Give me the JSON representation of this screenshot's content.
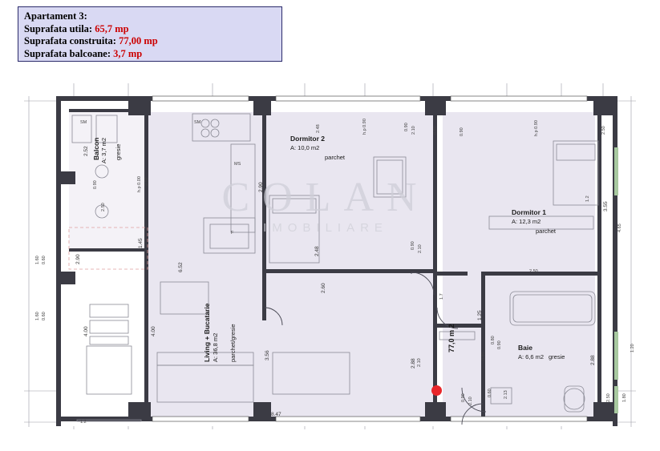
{
  "info_box": {
    "title": "Apartament 3:",
    "rows": [
      {
        "label": "Suprafata utila:",
        "value": "65,7 mp"
      },
      {
        "label": "Suprafata construita:",
        "value": "77,00 mp"
      },
      {
        "label": "Suprafata balcoane:",
        "value": "3,7 mp"
      }
    ]
  },
  "watermark": {
    "main": "COLAN",
    "sub": "IMOBILIARE"
  },
  "rooms": [
    {
      "name": "Balcon",
      "area": "A: 3,7 m2",
      "finish": "gresie"
    },
    {
      "name": "Living + Bucatarie",
      "area": "A: 36,8 m2",
      "finish": "parchet/gresie"
    },
    {
      "name": "Dormitor 2",
      "area": "A: 10,0 m2",
      "finish": "parchet"
    },
    {
      "name": "Dormitor 1",
      "area": "A: 12,3 m2",
      "finish": "parchet"
    },
    {
      "name": "Baie",
      "area": "A: 6,6 m2",
      "finish": "gresie"
    },
    {
      "name": "",
      "area": "77,0 m 2",
      "finish": ""
    }
  ],
  "dimensions": {
    "balcon": [
      "2.52",
      "0.90",
      "2.50",
      "h.p 0.00",
      "2.52"
    ],
    "living": [
      "6.52",
      "4.00",
      "1.45",
      "8.47",
      "3.56",
      "2.88",
      "2.90",
      "2.48",
      "2.60"
    ],
    "dormitor2": [
      "2.48",
      "2.90",
      "2.48",
      "h.p 0.90",
      "0.90",
      "2.10"
    ],
    "dormitor1": [
      "0.90",
      "h.p 0.90",
      "2.50",
      "3.55",
      "2.50",
      "4.65"
    ],
    "baie": [
      "1.25",
      "2.13",
      "2.88",
      "0.80",
      "0.90",
      "2.10"
    ],
    "hall": [
      "1.7",
      "2.10",
      "0.90",
      "0.80",
      "2.10",
      "0.60"
    ],
    "misc": [
      "1.60",
      "0.60",
      "1.60",
      "0.60",
      "0.90",
      "2.50",
      "1.80",
      "1.20",
      "1.2",
      "2.50"
    ]
  },
  "room_tags": [
    "SM",
    "MS",
    "F"
  ],
  "colors": {
    "info_box_bg": "#d9d9f3",
    "info_box_border": "#2b2b6b",
    "info_value": "#cc0000",
    "wall": "#3b3b44",
    "room_fill": "#e7e4ef",
    "marker": "#e8262a",
    "dim_line": "#6f6f7a",
    "window_green": "#a8c9a0"
  }
}
